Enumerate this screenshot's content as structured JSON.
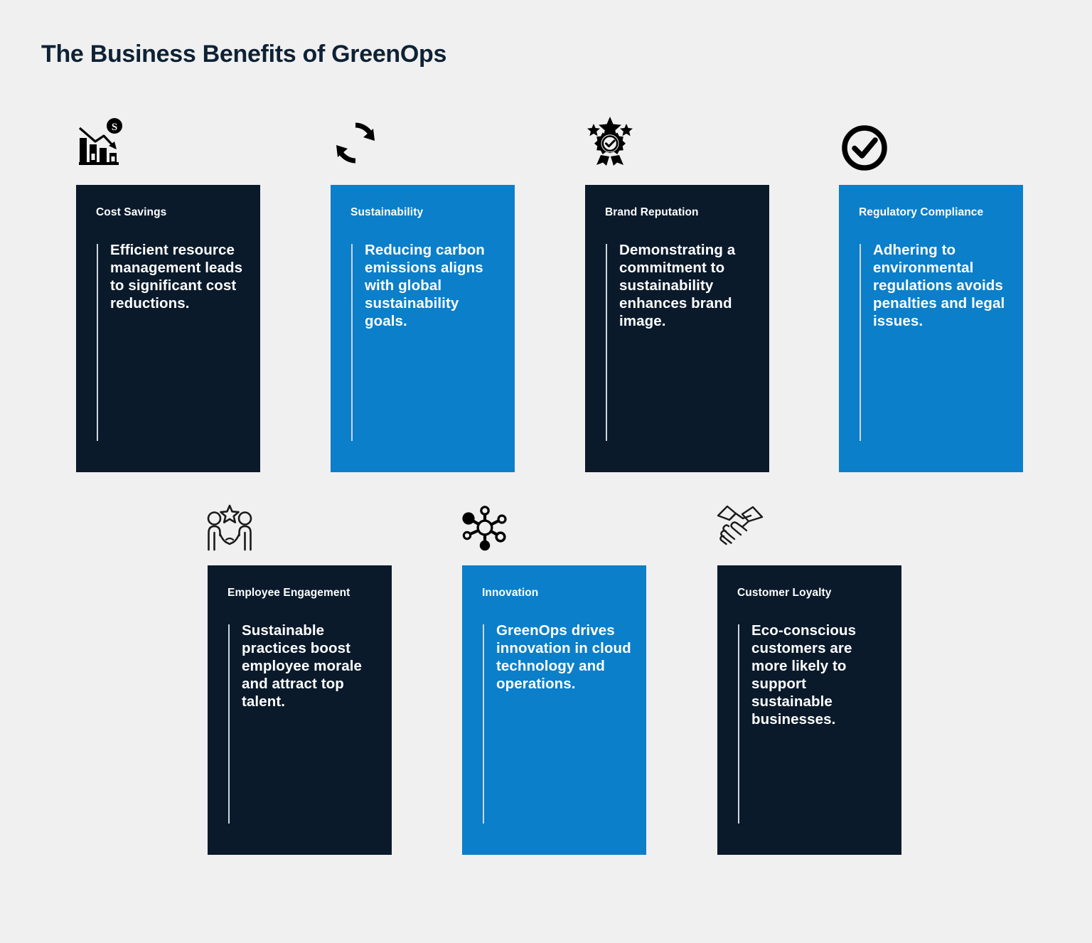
{
  "header": {
    "title": "The Business Benefits of GreenOps"
  },
  "colors": {
    "background": "#f0f0f0",
    "dark_card": "#0a1a2b",
    "blue_card": "#0b7fc9",
    "title_text": "#0e2236",
    "card_text": "#ffffff",
    "accent_line": "#cfd6dd",
    "icon": "#000000"
  },
  "cards": [
    {
      "id": "cost-savings",
      "title": "Cost Savings",
      "body": "Efficient resource management leads to significant cost reductions.",
      "theme": "dark",
      "icon": "declining-bar-chart-dollar-icon",
      "row": 1,
      "column": 1
    },
    {
      "id": "sustainability",
      "title": "Sustainability",
      "body": "Reducing carbon emissions aligns with global sustainability goals.",
      "theme": "blue",
      "icon": "recycle-arrows-icon",
      "row": 1,
      "column": 2
    },
    {
      "id": "brand-reputation",
      "title": "Brand Reputation",
      "body": "Demonstrating a commitment to sustainability enhances brand image.",
      "theme": "dark",
      "icon": "award-badge-stars-icon",
      "row": 1,
      "column": 3
    },
    {
      "id": "regulatory-compliance",
      "title": "Regulatory Compliance",
      "body": "Adhering to environmental regulations avoids penalties and legal issues.",
      "theme": "blue",
      "icon": "check-circle-icon",
      "row": 1,
      "column": 4
    },
    {
      "id": "employee-engagement",
      "title": "Employee Engagement",
      "body": "Sustainable practices boost employee morale and attract top talent.",
      "theme": "dark",
      "icon": "people-handshake-star-icon",
      "row": 2,
      "column": 1
    },
    {
      "id": "innovation",
      "title": "Innovation",
      "body": "GreenOps drives innovation in cloud technology and operations.",
      "theme": "blue",
      "icon": "network-hub-icon",
      "row": 2,
      "column": 2
    },
    {
      "id": "customer-loyalty",
      "title": "Customer Loyalty",
      "body": "Eco-conscious customers are more likely to support sustainable businesses.",
      "theme": "dark",
      "icon": "handshake-icon",
      "row": 2,
      "column": 3
    }
  ]
}
